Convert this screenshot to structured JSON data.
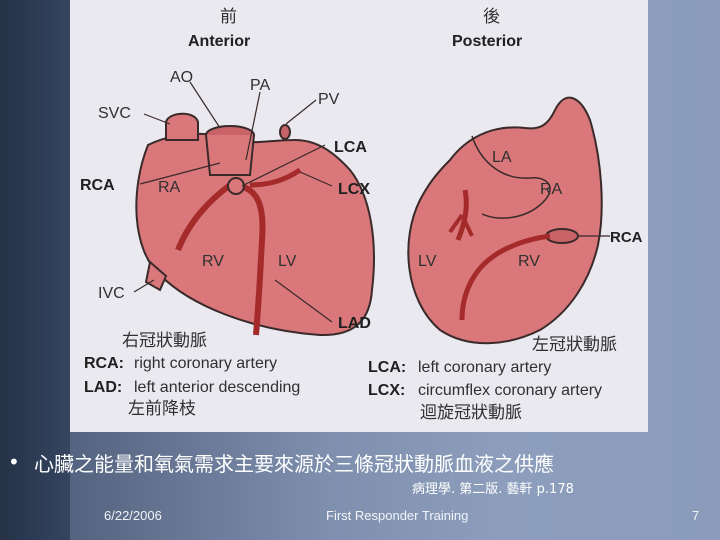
{
  "figure": {
    "anterior_header_cn": "前",
    "anterior_header": "Anterior",
    "posterior_header_cn": "後",
    "posterior_header": "Posterior",
    "anterior_labels": {
      "ao": "AO",
      "pa": "PA",
      "pv": "PV",
      "svc": "SVC",
      "lca": "LCA",
      "lcx": "LCX",
      "rca": "RCA",
      "ra": "RA",
      "rv": "RV",
      "lv": "LV",
      "ivc": "IVC",
      "lad": "LAD"
    },
    "posterior_labels": {
      "la": "LA",
      "ra": "RA",
      "rca": "RCA",
      "lv": "LV",
      "rv": "RV"
    },
    "legend": {
      "rca_cn": "右冠狀動脈",
      "rca_abbr": "RCA:",
      "rca_text": "right coronary artery",
      "lad_abbr": "LAD:",
      "lad_text": "left anterior descending",
      "lad_cn": "左前降枝",
      "lca_cn": "左冠狀動脈",
      "lca_abbr": "LCA:",
      "lca_text": "left coronary artery",
      "lcx_abbr": "LCX:",
      "lcx_text": "circumflex coronary artery",
      "lcx_cn": "迴旋冠狀動脈"
    }
  },
  "slide": {
    "bullet": "•",
    "headline": "心臟之能量和氧氣需求主要來源於三條冠狀動脈血液之供應",
    "citation": "病理學. 第二版. 藝軒 p.178"
  },
  "footer": {
    "date": "6/22/2006",
    "title": "First Responder Training",
    "page": "7"
  },
  "colors": {
    "heart": "#d9777b",
    "heart_dark": "#c86468",
    "artery": "#a52a2a",
    "outline": "#3a2a2a",
    "background": "#8d9ebd"
  }
}
